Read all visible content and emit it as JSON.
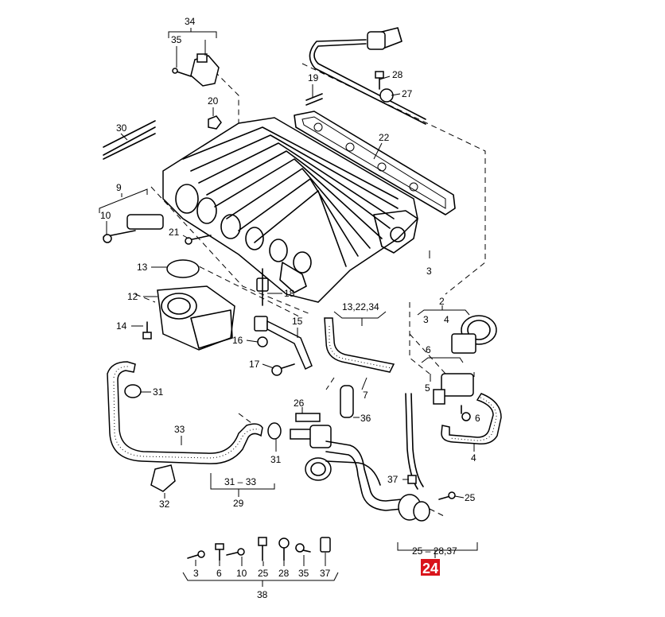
{
  "highlight": {
    "label": "24",
    "color": "#d9141b"
  },
  "callouts": {
    "c34": "34",
    "c35": "35",
    "c19": "19",
    "c28": "28",
    "c27": "27",
    "c20": "20",
    "c30": "30",
    "c22": "22",
    "c9": "9",
    "c10": "10",
    "c21": "21",
    "c13": "13",
    "c12": "12",
    "c14": "14",
    "c18": "18",
    "c3a": "3",
    "c13_22_34": "13,22,34",
    "c2": "2",
    "c2_3": "3",
    "c2_4": "4",
    "c15": "15",
    "c16": "16",
    "c17": "17",
    "c6": "6",
    "c6_5": "5",
    "c31a": "31",
    "c26": "26",
    "c36": "36",
    "c7": "7",
    "c6b": "6",
    "c33": "33",
    "c31b": "31",
    "c4": "4",
    "c37": "37",
    "c25": "25",
    "c31_33": "31 – 33",
    "c29": "29",
    "c32": "32",
    "c25_28": "25 – 28,37"
  },
  "kit": {
    "items": [
      "3",
      "6",
      "10",
      "25",
      "28",
      "35",
      "37"
    ],
    "total": "38"
  }
}
